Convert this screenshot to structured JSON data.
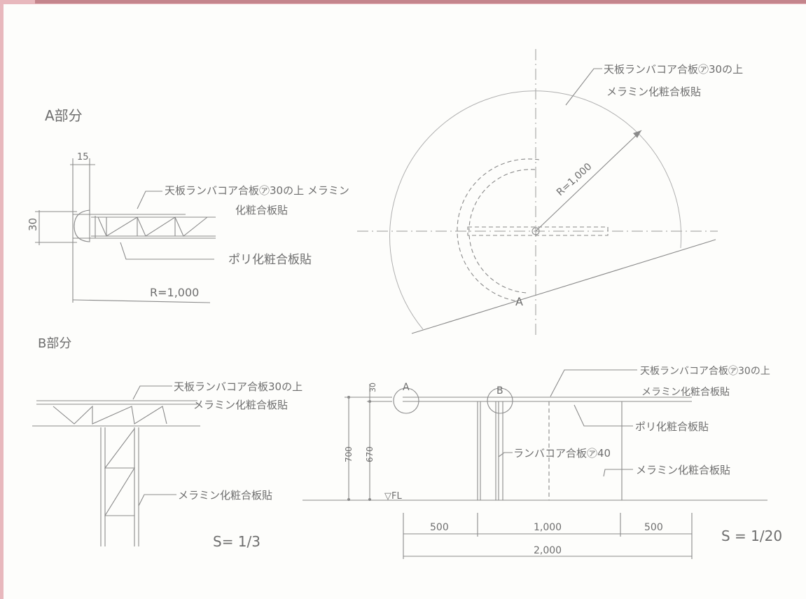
{
  "section_a": {
    "title": "A部分",
    "dim_15": "15",
    "dim_30": "30",
    "note_top_1": "天板ランバコア合板㋐30の上 メラミン",
    "note_top_2": "化粧合板貼",
    "note_bottom": "ポリ化粧合板貼",
    "radius": "R=1,000"
  },
  "section_b": {
    "title": "B部分",
    "note_top_1": "天板ランバコア合板30の上",
    "note_top_2": "メラミン化粧合板貼",
    "note_leg": "メラミン化粧合板貼",
    "scale": "S= 1/3"
  },
  "plan": {
    "note_1": "天板ランバコア合板㋐30の上",
    "note_2": "メラミン化粧合板貼",
    "radius": "R=1,000",
    "marker": "A"
  },
  "elevation": {
    "marker_a": "A",
    "marker_b": "B",
    "note_top_1": "天板ランバコア合板㋐30の上",
    "note_top_2": "メラミン化粧合板貼",
    "note_poly": "ポリ化粧合板貼",
    "note_core": "ランバコア合板㋐40",
    "note_melamine": "メラミン化粧合板貼",
    "dim_700": "700",
    "dim_670": "670",
    "dim_30": "30",
    "fl": "▽FL",
    "dim_500_left": "500",
    "dim_1000": "1,000",
    "dim_500_right": "500",
    "dim_2000": "2,000",
    "scale": "S = 1/20"
  }
}
